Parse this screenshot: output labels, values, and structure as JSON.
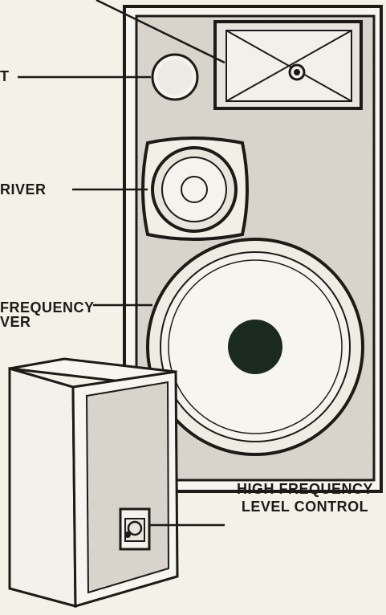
{
  "labels": {
    "top_cut": "T",
    "driver_cut": "RIVER",
    "freq_cut_line1": "FREQUENCY",
    "freq_cut_line2": "VER",
    "hfc_line1": "HIGH FREQUENCY",
    "hfc_line2": "LEVEL CONTROL"
  },
  "colors": {
    "ink": "#1d1a17",
    "paper": "#f4f1e8",
    "grille": "#d8d4cb",
    "woofer_center": "#1a2a1f"
  }
}
